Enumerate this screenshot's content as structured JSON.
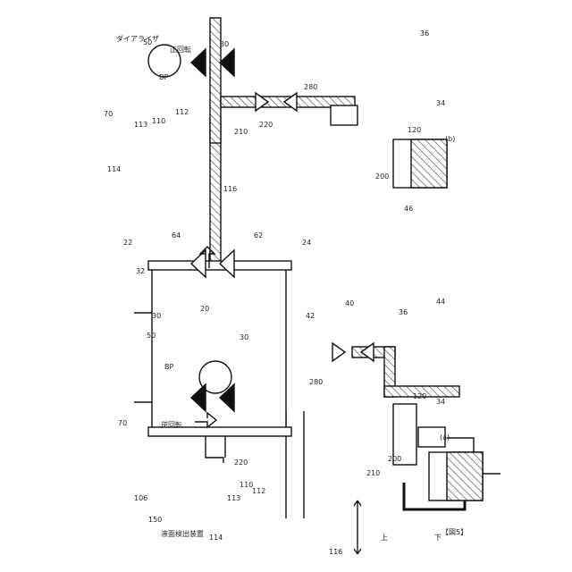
{
  "figure_label": "【図5】",
  "panel_a": {
    "label": "(a)",
    "bp": "BP",
    "rotation": "逆回転",
    "detector": "液面検出装置",
    "refs": {
      "r106": "106",
      "r150": "150",
      "r113": "113",
      "r110": "110",
      "r112": "112",
      "r114": "114",
      "r116": "116",
      "r220": "220",
      "r210": "210",
      "r200": "200",
      "r280": "280",
      "r120": "120",
      "r70": "70",
      "r50": "50",
      "r30a": "30",
      "r30b": "30",
      "r34": "34",
      "r36": "36",
      "r20": "20",
      "r22": "22",
      "r32": "32",
      "r24": "24",
      "r42": "42",
      "r40": "40",
      "r44": "44",
      "r46": "46",
      "r62": "62",
      "r64": "64"
    }
  },
  "panel_b": {
    "label": "(b)",
    "bp": "BP",
    "rotation": "正回転",
    "dialyzer": "ダイアライザ",
    "refs": {
      "r50": "50",
      "r30": "30",
      "r36": "36",
      "r34": "34",
      "r70": "70",
      "r113": "113",
      "r110": "110",
      "r112": "112",
      "r114": "114",
      "r116": "116",
      "r210": "210",
      "r220": "220",
      "r280": "280",
      "r120": "120",
      "r200": "200"
    }
  },
  "legend": {
    "up": "上",
    "down": "下"
  }
}
